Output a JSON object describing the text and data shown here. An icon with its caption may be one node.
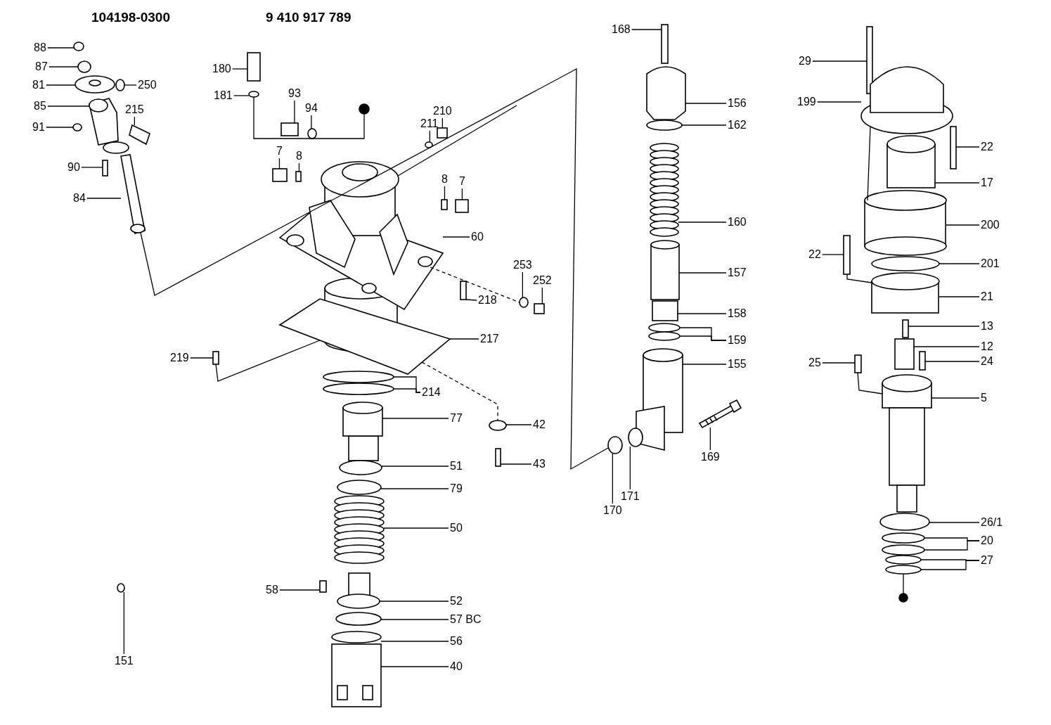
{
  "diagram": {
    "nodes": [
      {
        "text": [
          "88"
        ]
      },
      {
        "text": [
          "87"
        ]
      },
      {
        "text": [
          "81"
        ]
      },
      {
        "text": [
          "250"
        ]
      },
      {
        "text": [
          "85"
        ]
      },
      {
        "text": [
          "215"
        ]
      },
      {
        "text": [
          "91"
        ]
      },
      {
        "text": [
          "90"
        ]
      },
      {
        "text": [
          "84"
        ]
      },
      {
        "text": [
          "180"
        ]
      },
      {
        "text": [
          "181"
        ]
      },
      {
        "text": [
          "93"
        ]
      },
      {
        "text": [
          "94"
        ]
      },
      {
        "text": [
          "210"
        ]
      },
      {
        "text": [
          "211"
        ]
      },
      {
        "text": [
          "7"
        ]
      },
      {
        "text": [
          "8"
        ]
      },
      {
        "text": [
          "8"
        ]
      },
      {
        "text": [
          "7"
        ]
      },
      {
        "text": [
          "60"
        ]
      },
      {
        "text": [
          "253"
        ]
      },
      {
        "text": [
          "252"
        ]
      },
      {
        "text": [
          "218"
        ]
      },
      {
        "text": [
          "217"
        ]
      },
      {
        "text": [
          "219"
        ]
      },
      {
        "text": [
          "214"
        ]
      },
      {
        "text": [
          "77"
        ]
      },
      {
        "text": [
          "42"
        ]
      },
      {
        "text": [
          "43"
        ]
      },
      {
        "text": [
          "51"
        ]
      },
      {
        "text": [
          "79"
        ]
      },
      {
        "text": [
          "50"
        ]
      },
      {
        "text": [
          "58"
        ]
      },
      {
        "text": [
          "52"
        ]
      },
      {
        "text": [
          "57 BC"
        ]
      },
      {
        "text": [
          "56"
        ]
      },
      {
        "text": [
          "40"
        ]
      },
      {
        "text": [
          "151"
        ]
      },
      {
        "text": [
          "168"
        ]
      },
      {
        "text": [
          "156"
        ]
      },
      {
        "text": [
          "162"
        ]
      },
      {
        "text": [
          "160"
        ]
      },
      {
        "text": [
          "157"
        ]
      },
      {
        "text": [
          "158"
        ]
      },
      {
        "text": [
          "159"
        ]
      },
      {
        "text": [
          "155"
        ]
      },
      {
        "text": [
          "169"
        ]
      },
      {
        "text": [
          "170"
        ]
      },
      {
        "text": [
          "171"
        ]
      },
      {
        "text": [
          "29"
        ]
      },
      {
        "text": [
          "199"
        ]
      },
      {
        "text": [
          "22"
        ]
      },
      {
        "text": [
          "17"
        ]
      },
      {
        "text": [
          "200"
        ]
      },
      {
        "text": [
          "22"
        ]
      },
      {
        "text": [
          "201"
        ]
      },
      {
        "text": [
          "21"
        ]
      },
      {
        "text": [
          "13"
        ]
      },
      {
        "text": [
          "12"
        ]
      },
      {
        "text": [
          "24"
        ]
      },
      {
        "text": [
          "25"
        ]
      },
      {
        "text": [
          "5"
        ]
      },
      {
        "text": [
          "26/1"
        ]
      },
      {
        "text": [
          "20"
        ]
      },
      {
        "text": [
          "27"
        ]
      },
      {
        "text": [],
        "shape": "circle"
      },
      {
        "text": [],
        "shape": "circle"
      },
      {
        "text": [],
        "shape": "picture"
      },
      {
        "text": [],
        "shape": "circle"
      },
      {
        "text": [],
        "shape": "picture"
      },
      {
        "text": [],
        "shape": "picture"
      },
      {
        "text": [],
        "shape": "circle"
      },
      {
        "text": [],
        "shape": "box"
      },
      {
        "text": [],
        "shape": "picture"
      },
      {
        "text": [],
        "shape": "box"
      },
      {
        "text": [],
        "shape": "circle"
      },
      {
        "text": [],
        "shape": "box"
      },
      {
        "text": [],
        "shape": "circle"
      },
      {
        "text": [],
        "shape": "box"
      },
      {
        "text": [],
        "shape": "circle"
      },
      {
        "text": [],
        "shape": "box"
      },
      {
        "text": [],
        "shape": "box"
      },
      {
        "text": [],
        "shape": "box"
      },
      {
        "text": [],
        "shape": "box"
      },
      {
        "text": [],
        "shape": "picture"
      },
      {
        "text": [],
        "shape": "circle"
      },
      {
        "text": [],
        "shape": "box"
      },
      {
        "text": [],
        "shape": "box"
      },
      {
        "text": [],
        "shape": "picture"
      },
      {
        "text": [],
        "shape": "box"
      },
      {
        "text": [],
        "shape": "circle"
      },
      {
        "text": [],
        "shape": "circle"
      },
      {
        "text": [],
        "shape": "picture"
      },
      {
        "text": [],
        "shape": "circle"
      },
      {
        "text": [],
        "shape": "box"
      },
      {
        "text": [],
        "shape": "circle"
      },
      {
        "text": [],
        "shape": "circle"
      },
      {
        "text": [],
        "shape": "picture"
      },
      {
        "text": [],
        "shape": "box"
      },
      {
        "text": [],
        "shape": "picture"
      },
      {
        "text": [],
        "shape": "circle"
      },
      {
        "text": [],
        "shape": "circle"
      },
      {
        "text": [],
        "shape": "picture"
      },
      {
        "text": [],
        "shape": "circle"
      },
      {
        "text": [],
        "shape": "box"
      },
      {
        "text": [],
        "shape": "picture"
      },
      {
        "text": [],
        "shape": "circle"
      },
      {
        "text": [],
        "shape": "picture"
      },
      {
        "text": [],
        "shape": "picture"
      },
      {
        "text": [],
        "shape": "box"
      },
      {
        "text": [],
        "shape": "circle"
      },
      {
        "text": [],
        "shape": "circle"
      },
      {
        "text": [],
        "shape": "picture"
      },
      {
        "text": [],
        "shape": "picture"
      },
      {
        "text": [],
        "shape": "circle"
      },
      {
        "text": [],
        "shape": "circle"
      },
      {
        "text": [],
        "shape": "box"
      },
      {
        "text": [],
        "shape": "cylinder"
      },
      {
        "text": [],
        "shape": "box"
      },
      {
        "text": [],
        "shape": "picture"
      },
      {
        "text": [],
        "shape": "cylinder"
      },
      {
        "text": [],
        "shape": "box"
      },
      {
        "text": [],
        "shape": "circle"
      },
      {
        "text": [],
        "shape": "cylinder"
      },
      {
        "text": [],
        "shape": "box"
      },
      {
        "text": [],
        "shape": "box"
      },
      {
        "text": [],
        "shape": "box"
      },
      {
        "text": [],
        "shape": "box"
      },
      {
        "text": [],
        "shape": "picture"
      },
      {
        "text": [],
        "shape": "circle"
      },
      {
        "text": [],
        "shape": "circle"
      },
      {
        "text": [],
        "shape": "circle"
      },
      {
        "text": [],
        "shape": "circle"
      },
      {
        "text": [],
        "shape": "circle"
      },
      {
        "text": [],
        "shape": "circle"
      },
      {
        "text": [],
        "shape": "circle"
      }
    ],
    "edges": [
      {
        "from": 0,
        "to": 65,
        "arrow": "none"
      },
      {
        "from": 1,
        "to": 66,
        "arrow": "none"
      },
      {
        "from": 2,
        "to": 67,
        "arrow": "none"
      },
      {
        "from": 3,
        "to": 68,
        "arrow": "none"
      },
      {
        "from": 4,
        "to": 69,
        "arrow": "none"
      },
      {
        "from": 5,
        "to": 70,
        "arrow": "none"
      },
      {
        "from": 6,
        "to": 71,
        "arrow": "none"
      },
      {
        "from": 7,
        "to": 72,
        "arrow": "none"
      },
      {
        "from": 8,
        "to": 73,
        "arrow": "none"
      },
      {
        "from": 9,
        "to": 74,
        "arrow": "none"
      },
      {
        "from": 10,
        "to": 75,
        "arrow": "none"
      },
      {
        "from": 11,
        "to": 76,
        "arrow": "none"
      },
      {
        "from": 12,
        "to": 77,
        "arrow": "none"
      },
      {
        "from": 13,
        "to": 78,
        "arrow": "none"
      },
      {
        "from": 14,
        "to": 79,
        "arrow": "none"
      },
      {
        "from": 15,
        "to": 80,
        "arrow": "none"
      },
      {
        "from": 16,
        "to": 81,
        "arrow": "none"
      },
      {
        "from": 17,
        "to": 82,
        "arrow": "none"
      },
      {
        "from": 18,
        "to": 83,
        "arrow": "none"
      },
      {
        "from": 19,
        "to": 84,
        "arrow": "none"
      },
      {
        "from": 20,
        "to": 85,
        "arrow": "none"
      },
      {
        "from": 21,
        "to": 86,
        "arrow": "none"
      },
      {
        "from": 22,
        "to": 87,
        "arrow": "none"
      },
      {
        "from": 23,
        "to": 88,
        "arrow": "none"
      },
      {
        "from": 24,
        "to": 89,
        "arrow": "none"
      },
      {
        "from": 25,
        "to": 90,
        "arrow": "none"
      },
      {
        "from": 25,
        "to": 91,
        "arrow": "none"
      },
      {
        "from": 26,
        "to": 92,
        "arrow": "none"
      },
      {
        "from": 27,
        "to": 93,
        "arrow": "none"
      },
      {
        "from": 28,
        "to": 94,
        "arrow": "none"
      },
      {
        "from": 29,
        "to": 95,
        "arrow": "none"
      },
      {
        "from": 30,
        "to": 96,
        "arrow": "none"
      },
      {
        "from": 31,
        "to": 97,
        "arrow": "none"
      },
      {
        "from": 32,
        "to": 98,
        "arrow": "none"
      },
      {
        "from": 33,
        "to": 99,
        "arrow": "none"
      },
      {
        "from": 34,
        "to": 100,
        "arrow": "none"
      },
      {
        "from": 35,
        "to": 101,
        "arrow": "none"
      },
      {
        "from": 36,
        "to": 102,
        "arrow": "none"
      },
      {
        "from": 37,
        "to": 103,
        "arrow": "none"
      },
      {
        "from": 38,
        "to": 104,
        "arrow": "none"
      },
      {
        "from": 39,
        "to": 105,
        "arrow": "none"
      },
      {
        "from": 40,
        "to": 106,
        "arrow": "none"
      },
      {
        "from": 41,
        "to": 107,
        "arrow": "none"
      },
      {
        "from": 42,
        "to": 108,
        "arrow": "none"
      },
      {
        "from": 43,
        "to": 109,
        "arrow": "none"
      },
      {
        "from": 44,
        "to": 110,
        "arrow": "none"
      },
      {
        "from": 44,
        "to": 111,
        "arrow": "none"
      },
      {
        "from": 45,
        "to": 112,
        "arrow": "none"
      },
      {
        "from": 46,
        "to": 113,
        "arrow": "none"
      },
      {
        "from": 47,
        "to": 114,
        "arrow": "none"
      },
      {
        "from": 48,
        "to": 115,
        "arrow": "none"
      },
      {
        "from": 49,
        "to": 116,
        "arrow": "none"
      },
      {
        "from": 50,
        "to": 117,
        "arrow": "none"
      },
      {
        "from": 51,
        "to": 118,
        "arrow": "none"
      },
      {
        "from": 52,
        "to": 119,
        "arrow": "none"
      },
      {
        "from": 53,
        "to": 120,
        "arrow": "none"
      },
      {
        "from": 54,
        "to": 121,
        "arrow": "none"
      },
      {
        "from": 55,
        "to": 122,
        "arrow": "none"
      },
      {
        "from": 56,
        "to": 123,
        "arrow": "none"
      },
      {
        "from": 57,
        "to": 124,
        "arrow": "none"
      },
      {
        "from": 58,
        "to": 125,
        "arrow": "none"
      },
      {
        "from": 59,
        "to": 126,
        "arrow": "none"
      },
      {
        "from": 60,
        "to": 127,
        "arrow": "none"
      },
      {
        "from": 61,
        "to": 128,
        "arrow": "none"
      },
      {
        "from": 62,
        "to": 129,
        "arrow": "none"
      },
      {
        "from": 63,
        "to": 130,
        "arrow": "none"
      },
      {
        "from": 63,
        "to": 131,
        "arrow": "none"
      },
      {
        "from": 64,
        "to": 132,
        "arrow": "none"
      },
      {
        "from": 64,
        "to": 133,
        "arrow": "none"
      },
      {
        "from": 73,
        "to": 114,
        "arrow": "none"
      },
      {
        "from": 84,
        "to": 85,
        "arrow": "none",
        "style": "dashed"
      },
      {
        "from": 88,
        "to": 93,
        "arrow": "none",
        "style": "dashed"
      },
      {
        "from": 117,
        "to": 120,
        "arrow": "none"
      },
      {
        "from": 121,
        "to": 123,
        "arrow": "none"
      },
      {
        "from": 84,
        "to": null,
        "arrow": "none"
      },
      {
        "from": 75,
        "to": 134,
        "arrow": "none"
      },
      {
        "from": 89,
        "to": 88,
        "arrow": "none"
      },
      {
        "from": 133,
        "to": 135,
        "arrow": "none"
      },
      {
        "from": 127,
        "to": 128,
        "arrow": "none"
      }
    ],
    "labels": [
      "104198-0300",
      "9 410 917 789"
    ]
  }
}
